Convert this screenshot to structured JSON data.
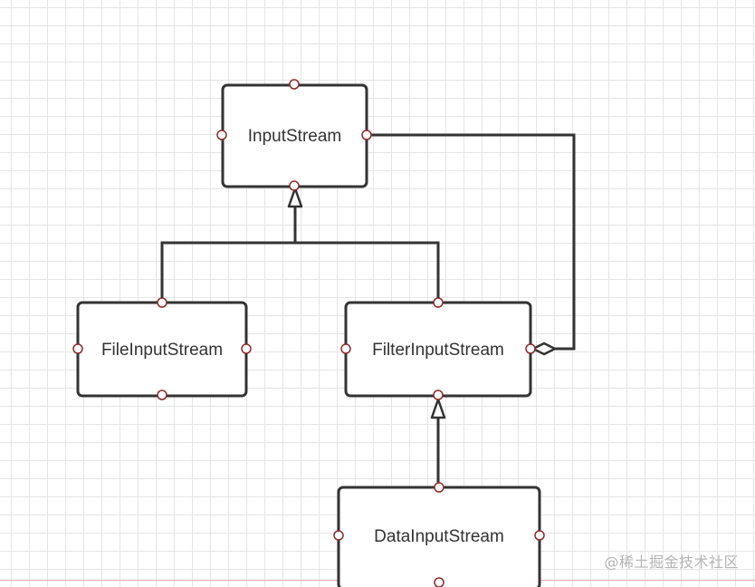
{
  "diagram": {
    "nodes": [
      {
        "id": "input-stream",
        "label": "InputStream"
      },
      {
        "id": "file-input-stream",
        "label": "FileInputStream"
      },
      {
        "id": "filter-input-stream",
        "label": "FilterInputStream"
      },
      {
        "id": "data-input-stream",
        "label": "DataInputStream"
      }
    ],
    "edges": [
      {
        "from": "file-input-stream",
        "to": "input-stream",
        "type": "inheritance"
      },
      {
        "from": "filter-input-stream",
        "to": "input-stream",
        "type": "inheritance"
      },
      {
        "from": "data-input-stream",
        "to": "filter-input-stream",
        "type": "inheritance"
      },
      {
        "from": "filter-input-stream",
        "to": "input-stream",
        "type": "aggregation"
      }
    ]
  },
  "watermark": {
    "text": "@稀土掘金技术社区"
  }
}
